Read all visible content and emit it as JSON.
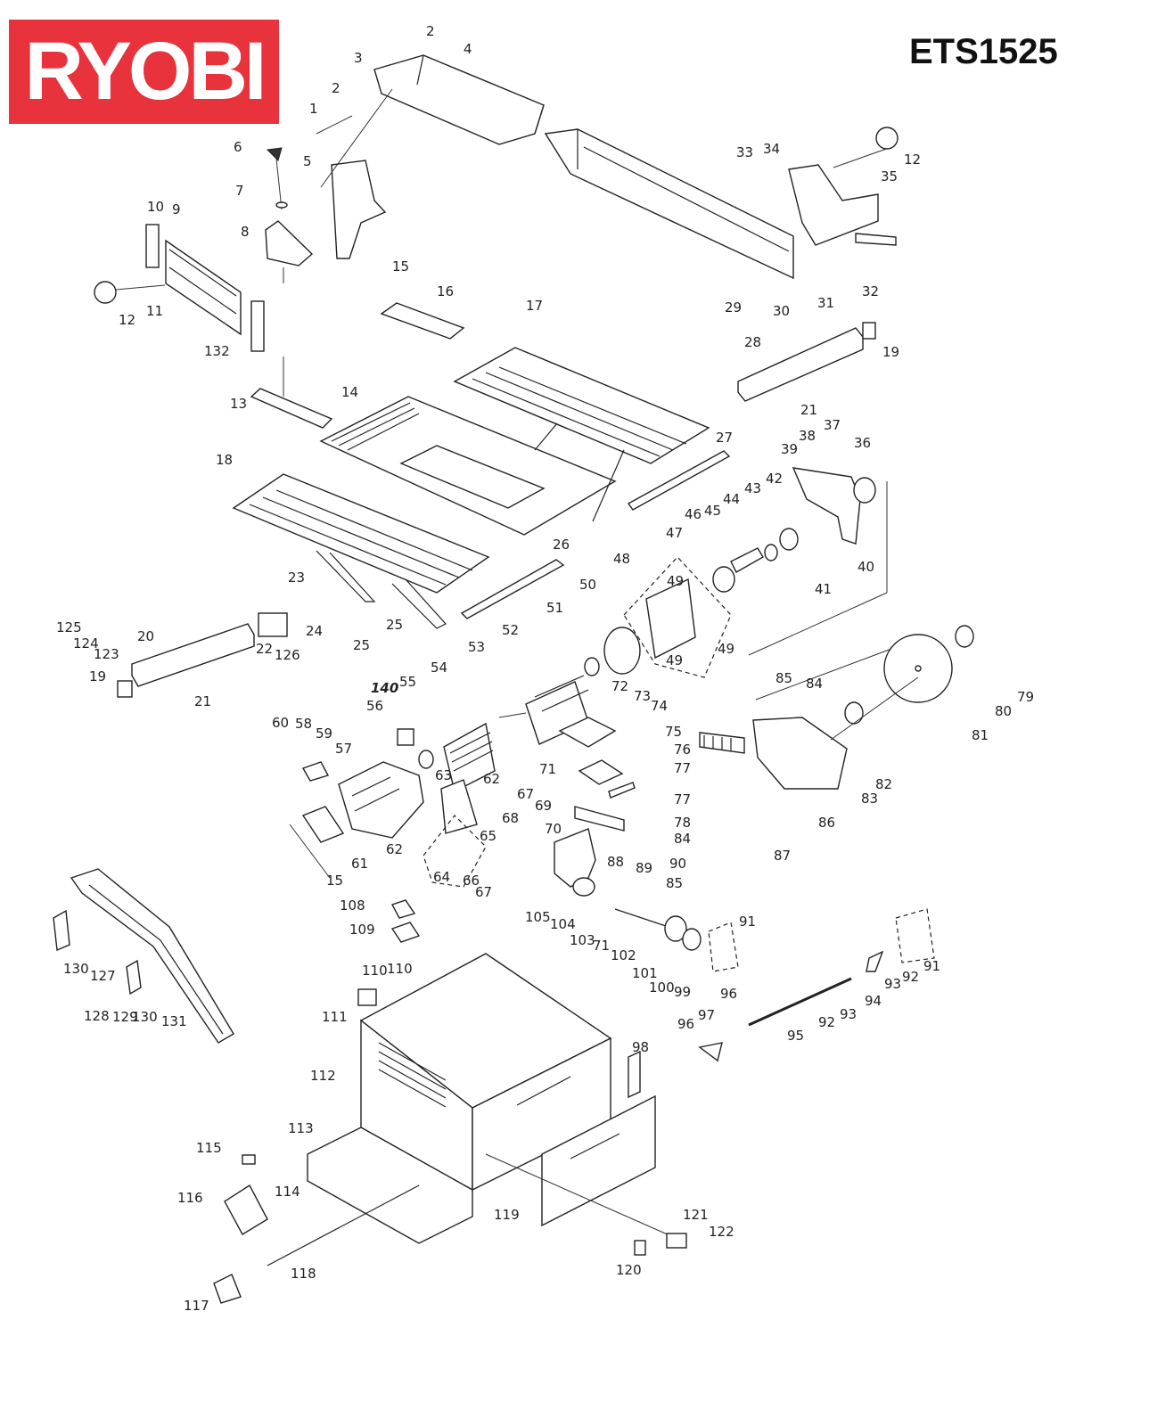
{
  "brand": {
    "name": "RYOBI",
    "color": "#e8323c"
  },
  "model": "ETS1525",
  "labels": [
    "1",
    "2",
    "2",
    "3",
    "4",
    "5",
    "6",
    "7",
    "8",
    "9",
    "10",
    "11",
    "12",
    "12",
    "13",
    "14",
    "15",
    "15",
    "16",
    "17",
    "18",
    "19",
    "19",
    "20",
    "21",
    "21",
    "22",
    "23",
    "24",
    "25",
    "25",
    "26",
    "27",
    "28",
    "29",
    "30",
    "31",
    "32",
    "33",
    "34",
    "35",
    "36",
    "37",
    "38",
    "39",
    "40",
    "41",
    "42",
    "43",
    "44",
    "45",
    "46",
    "47",
    "48",
    "49",
    "49",
    "49",
    "50",
    "51",
    "52",
    "53",
    "54",
    "55",
    "56",
    "57",
    "58",
    "59",
    "60",
    "61",
    "62",
    "62",
    "63",
    "64",
    "65",
    "66",
    "67",
    "67",
    "68",
    "69",
    "70",
    "71",
    "71",
    "72",
    "73",
    "74",
    "75",
    "76",
    "77",
    "77",
    "78",
    "79",
    "80",
    "81",
    "82",
    "83",
    "84",
    "84",
    "85",
    "85",
    "86",
    "87",
    "88",
    "89",
    "90",
    "91",
    "91",
    "92",
    "92",
    "93",
    "93",
    "94",
    "95",
    "96",
    "96",
    "97",
    "98",
    "99",
    "100",
    "101",
    "102",
    "103",
    "104",
    "105",
    "108",
    "109",
    "110",
    "110",
    "111",
    "112",
    "113",
    "114",
    "115",
    "116",
    "117",
    "118",
    "119",
    "120",
    "121",
    "122",
    "123",
    "124",
    "125",
    "126",
    "127",
    "128",
    "129",
    "130",
    "130",
    "131",
    "132",
    "140"
  ]
}
